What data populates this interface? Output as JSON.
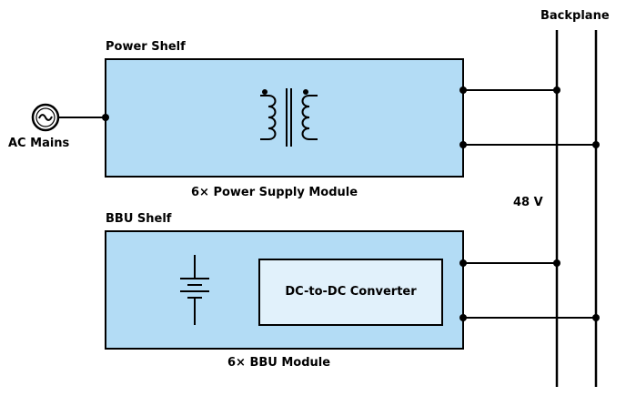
{
  "colors": {
    "shelf_fill": "#b3dcf5",
    "converter_fill": "#e1f1fb",
    "line": "#000000"
  },
  "labels": {
    "backplane": "Backplane",
    "power_shelf": "Power Shelf",
    "ac_mains": "AC Mains",
    "psu_module": "6× Power Supply Module",
    "voltage": "48 V",
    "bbu_shelf": "BBU Shelf",
    "dc_converter": "DC-to-DC Converter",
    "bbu_module": "6× BBU Module"
  },
  "icons": {
    "ac_source": "ac-source-icon",
    "transformer": "transformer-icon",
    "battery": "battery-icon"
  }
}
